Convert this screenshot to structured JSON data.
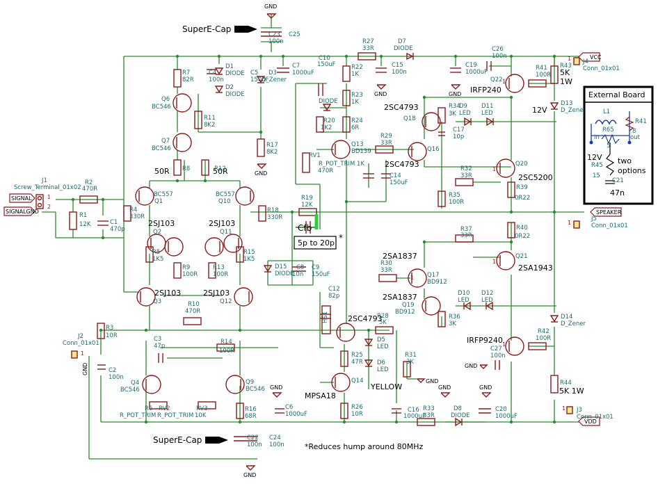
{
  "annotations": {
    "supere_cap_top": "SuperE-Cap",
    "supere_cap_bottom": "SuperE-Cap",
    "cfb": "Cfb",
    "cfb_range": "5p to 20p",
    "cfb_star": "*",
    "footnote": "*Reduces hump around 80MHz",
    "yellow": "YELLOW",
    "r8_value": "50R",
    "r12_value": "50R",
    "twelve_v": "12V",
    "one_watt": "1W",
    "five_k_1w": "5K 1W"
  },
  "external_board": {
    "title": "External Board",
    "l1": "L1",
    "r65": "R65",
    "r41": "R41",
    "pin_in": "in",
    "pin_out": "out",
    "v12": "12V",
    "r45": "R45",
    "r45_val": "15",
    "two_options": "two options",
    "c21": "C21",
    "c21_val": "47n",
    "n8": "8",
    "n5": "5"
  },
  "nets": {
    "signal": "SIGNAL",
    "signalgnd": "SIGNALGND",
    "vcc": "VCC",
    "vdd": "VDD",
    "speaker": "SPEAKER",
    "gnd": "GND"
  },
  "devices": {
    "q1": "Q1",
    "q1_t": "BC557",
    "q2": "Q2",
    "q2_t": "2SJ103",
    "q3": "Q3",
    "q3_t": "2SJ103",
    "q4": "Q4",
    "q4_t": "BC546",
    "q6": "Q6",
    "q6_t": "BC546",
    "q7": "Q7",
    "q7_t": "BC546",
    "q9": "Q9",
    "q9_t": "BC546",
    "q10": "Q10",
    "q10_t": "BC557",
    "q11": "Q11",
    "q11_t": "2SJ103",
    "q12": "Q12",
    "q12_t": "2SJ103",
    "q13": "Q13",
    "q13_t": "BD139",
    "q14": "Q14",
    "q14_t": "MPSA18",
    "q15_t": "2SC4793",
    "q16": "Q16",
    "q16_t": "2SC4793",
    "q17": "Q17",
    "q17_t": "BD912",
    "q17_n": "2SA1837",
    "q18": "Q18",
    "q18_t": "2SC4793",
    "q19": "Q19",
    "q19_t": "BD912",
    "q19_n": "2SA1837",
    "q20": "Q20",
    "q20_t": "2SC5200",
    "q21": "Q21",
    "q21_t": "2SA1943",
    "q22": "Q22",
    "q22_t": "IRFP240",
    "q23_t": "IRFP9240"
  },
  "parts": {
    "r1": "R1",
    "r1v": "12K",
    "r2": "R2",
    "r2v": "470R",
    "r3": "R3",
    "r3v": "10R",
    "r4": "R4",
    "r4v": "330R",
    "r5": "R5",
    "r5v": "1K5",
    "r7": "R7",
    "r7v": "82R",
    "r8": "R8",
    "r9": "R9",
    "r9v": "100R",
    "r10": "R10",
    "r10v": "470R",
    "r11": "R11",
    "r11v": "8K2",
    "r12": "R12",
    "r13": "R13",
    "r13v": "100R",
    "r14": "R14",
    "r14v": "100R",
    "r15": "R15",
    "r15v": "1K5",
    "r16": "R16",
    "r16v": "68R",
    "r17": "R17",
    "r17v": "8K2",
    "r18": "R18",
    "r18v": "330R",
    "r19": "R19",
    "r19v": "12K",
    "r20": "R20",
    "r20v": "1K2",
    "r22": "R22",
    "r22v": "1K",
    "r23": "R23",
    "r23v": "1K",
    "r24": "R24",
    "r24v": "6R",
    "r25": "R25",
    "r25v": "47R",
    "r26": "R26",
    "r26v": "10R",
    "r27": "R27",
    "r27v": "33R",
    "r28": "R28",
    "r28v": "5K",
    "r29": "R29",
    "r29v": "33R",
    "r30": "R30",
    "r30v": "33R",
    "r31": "R31",
    "r31v": "3K",
    "r32": "R32",
    "r32v": "33R",
    "r33": "R33",
    "r33v": "33R",
    "r34": "R34",
    "r34v": "3K",
    "r35": "R35",
    "r35v": "100R",
    "r36": "R36",
    "r36v": "3K",
    "r37": "R37",
    "r37v": "33R",
    "r39": "R39",
    "r39v": "0R22",
    "r40": "R40",
    "r40v": "0R22",
    "r41": "R41",
    "r41v": "100R",
    "r42": "R42",
    "r42v": "100R",
    "r43": "R43",
    "r43v": "5K",
    "r44": "R44",
    "rv1": "RV1",
    "rv1v": "R_POT_TRIM 1K",
    "rv1b": "470R",
    "rv2": "RV2",
    "rv2v": "R_POT_TRIM",
    "rv3": "RV3",
    "rv3v": "10K",
    "r6": "R6",
    "c1": "C1",
    "c1v": "470p",
    "c2": "C2",
    "c2v": "100n",
    "c3": "C3",
    "c3v": "47p",
    "c4": "C4",
    "c4v": "100n",
    "c5": "C5",
    "c5v": "150uF",
    "c6": "C6",
    "c6v": "1000uF",
    "c7": "C7",
    "c7v": "1000uF",
    "c8": "C8",
    "c8v": "10n",
    "c9": "C9",
    "c9v": "150uF",
    "c10": "C10",
    "c10v": "150uF",
    "c12": "C12",
    "c12v": "82p",
    "c14": "C14",
    "c14v": "150uF",
    "c15": "C15",
    "c15v": "100n",
    "c16": "C16",
    "c16v": "1000uF",
    "c17": "C17",
    "c17v": "10p",
    "c19": "C19",
    "c19v": "1000uF",
    "c20": "C20",
    "c20v": "1000uF",
    "c22": "C22",
    "c22v": "100n",
    "c23": "C23",
    "c24": "C24",
    "c24v": "100n",
    "c25": "C25",
    "c25v": "100n",
    "c26": "C26",
    "c26v": "100n",
    "c27": "C27",
    "c27v": "100n",
    "d1": "D1",
    "d1v": "DIODE",
    "d2": "D2",
    "d2v": "DIODE",
    "d3": "D3",
    "d3v": "D_Zener",
    "d5": "D5",
    "d5v": "LED",
    "d6": "D6",
    "d6v": "LED",
    "d7": "D7",
    "d7v": "DIODE",
    "d8": "D8",
    "d8v": "DIODE",
    "d9": "D9",
    "d9v": "LED",
    "d10": "D10",
    "d10v": "LED",
    "d11": "D11",
    "d11v": "LED",
    "d12": "D12",
    "d12v": "LED",
    "d13": "D13",
    "d13v": "D_Zener",
    "d14": "D14",
    "d14v": "D_Zener",
    "d15": "D15",
    "d15v": "DIODE",
    "d16": "DIODE",
    "j1": "J1",
    "j1v": "Screw_Terminal_01x02",
    "j2": "J2",
    "j2v": "Conn_01x01",
    "j3": "J3",
    "j3v": "Conn_01x01",
    "j4": "J4",
    "j4v": "Conn_01x01",
    "j5": "J5",
    "j5v": "Conn_01x01",
    "hs": "HS1"
  }
}
